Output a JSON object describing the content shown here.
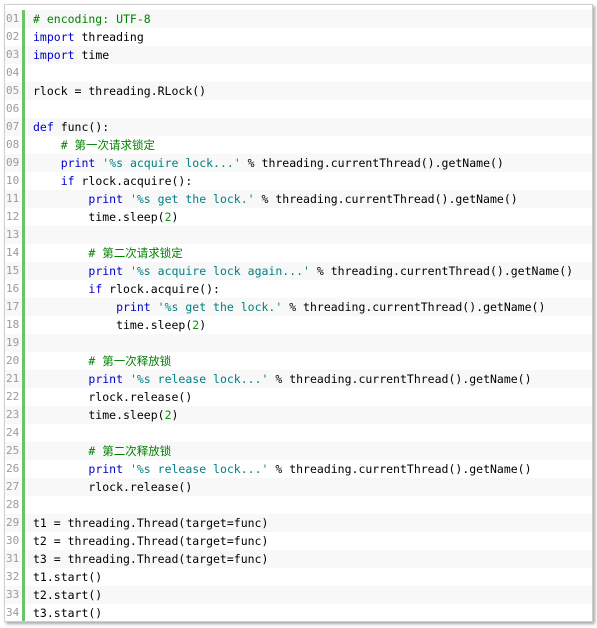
{
  "colors": {
    "keyword": "#0000cc",
    "string": "#008080",
    "comment": "#008200",
    "number": "#009900",
    "plain": "#000000",
    "gutter_text": "#9a9a9a",
    "gutter_bar": "#6ac46a",
    "stripe": "#f8f8f8"
  },
  "code_lines": [
    {
      "num": "01",
      "tokens": [
        {
          "t": "# encoding: UTF-8",
          "k": "com"
        }
      ]
    },
    {
      "num": "02",
      "tokens": [
        {
          "t": "import",
          "k": "kw"
        },
        {
          "t": " threading",
          "k": "plain"
        }
      ]
    },
    {
      "num": "03",
      "tokens": [
        {
          "t": "import",
          "k": "kw"
        },
        {
          "t": " time",
          "k": "plain"
        }
      ]
    },
    {
      "num": "04",
      "tokens": []
    },
    {
      "num": "05",
      "tokens": [
        {
          "t": "rlock = threading.RLock()",
          "k": "plain"
        }
      ]
    },
    {
      "num": "06",
      "tokens": []
    },
    {
      "num": "07",
      "tokens": [
        {
          "t": "def",
          "k": "kw"
        },
        {
          "t": " func():",
          "k": "plain"
        }
      ]
    },
    {
      "num": "08",
      "tokens": [
        {
          "t": "    # 第一次请求锁定",
          "k": "com"
        }
      ]
    },
    {
      "num": "09",
      "tokens": [
        {
          "t": "    ",
          "k": "plain"
        },
        {
          "t": "print",
          "k": "kw"
        },
        {
          "t": " ",
          "k": "plain"
        },
        {
          "t": "'%s acquire lock...'",
          "k": "str"
        },
        {
          "t": " % threading.currentThread().getName()",
          "k": "plain"
        }
      ]
    },
    {
      "num": "10",
      "tokens": [
        {
          "t": "    ",
          "k": "plain"
        },
        {
          "t": "if",
          "k": "kw"
        },
        {
          "t": " rlock.acquire():",
          "k": "plain"
        }
      ]
    },
    {
      "num": "11",
      "tokens": [
        {
          "t": "        ",
          "k": "plain"
        },
        {
          "t": "print",
          "k": "kw"
        },
        {
          "t": " ",
          "k": "plain"
        },
        {
          "t": "'%s get the lock.'",
          "k": "str"
        },
        {
          "t": " % threading.currentThread().getName()",
          "k": "plain"
        }
      ]
    },
    {
      "num": "12",
      "tokens": [
        {
          "t": "        time.sleep(",
          "k": "plain"
        },
        {
          "t": "2",
          "k": "num"
        },
        {
          "t": ")",
          "k": "plain"
        }
      ]
    },
    {
      "num": "13",
      "tokens": []
    },
    {
      "num": "14",
      "tokens": [
        {
          "t": "        # 第二次请求锁定",
          "k": "com"
        }
      ]
    },
    {
      "num": "15",
      "tokens": [
        {
          "t": "        ",
          "k": "plain"
        },
        {
          "t": "print",
          "k": "kw"
        },
        {
          "t": " ",
          "k": "plain"
        },
        {
          "t": "'%s acquire lock again...'",
          "k": "str"
        },
        {
          "t": " % threading.currentThread().getName()",
          "k": "plain"
        }
      ]
    },
    {
      "num": "16",
      "tokens": [
        {
          "t": "        ",
          "k": "plain"
        },
        {
          "t": "if",
          "k": "kw"
        },
        {
          "t": " rlock.acquire():",
          "k": "plain"
        }
      ]
    },
    {
      "num": "17",
      "tokens": [
        {
          "t": "            ",
          "k": "plain"
        },
        {
          "t": "print",
          "k": "kw"
        },
        {
          "t": " ",
          "k": "plain"
        },
        {
          "t": "'%s get the lock.'",
          "k": "str"
        },
        {
          "t": " % threading.currentThread().getName()",
          "k": "plain"
        }
      ]
    },
    {
      "num": "18",
      "tokens": [
        {
          "t": "            time.sleep(",
          "k": "plain"
        },
        {
          "t": "2",
          "k": "num"
        },
        {
          "t": ")",
          "k": "plain"
        }
      ]
    },
    {
      "num": "19",
      "tokens": []
    },
    {
      "num": "20",
      "tokens": [
        {
          "t": "        # 第一次释放锁",
          "k": "com"
        }
      ]
    },
    {
      "num": "21",
      "tokens": [
        {
          "t": "        ",
          "k": "plain"
        },
        {
          "t": "print",
          "k": "kw"
        },
        {
          "t": " ",
          "k": "plain"
        },
        {
          "t": "'%s release lock...'",
          "k": "str"
        },
        {
          "t": " % threading.currentThread().getName()",
          "k": "plain"
        }
      ]
    },
    {
      "num": "22",
      "tokens": [
        {
          "t": "        rlock.release()",
          "k": "plain"
        }
      ]
    },
    {
      "num": "23",
      "tokens": [
        {
          "t": "        time.sleep(",
          "k": "plain"
        },
        {
          "t": "2",
          "k": "num"
        },
        {
          "t": ")",
          "k": "plain"
        }
      ]
    },
    {
      "num": "24",
      "tokens": []
    },
    {
      "num": "25",
      "tokens": [
        {
          "t": "        # 第二次释放锁",
          "k": "com"
        }
      ]
    },
    {
      "num": "26",
      "tokens": [
        {
          "t": "        ",
          "k": "plain"
        },
        {
          "t": "print",
          "k": "kw"
        },
        {
          "t": " ",
          "k": "plain"
        },
        {
          "t": "'%s release lock...'",
          "k": "str"
        },
        {
          "t": " % threading.currentThread().getName()",
          "k": "plain"
        }
      ]
    },
    {
      "num": "27",
      "tokens": [
        {
          "t": "        rlock.release()",
          "k": "plain"
        }
      ]
    },
    {
      "num": "28",
      "tokens": []
    },
    {
      "num": "29",
      "tokens": [
        {
          "t": "t1 = threading.Thread(target=func)",
          "k": "plain"
        }
      ]
    },
    {
      "num": "30",
      "tokens": [
        {
          "t": "t2 = threading.Thread(target=func)",
          "k": "plain"
        }
      ]
    },
    {
      "num": "31",
      "tokens": [
        {
          "t": "t3 = threading.Thread(target=func)",
          "k": "plain"
        }
      ]
    },
    {
      "num": "32",
      "tokens": [
        {
          "t": "t1.start()",
          "k": "plain"
        }
      ]
    },
    {
      "num": "33",
      "tokens": [
        {
          "t": "t2.start()",
          "k": "plain"
        }
      ]
    },
    {
      "num": "34",
      "tokens": [
        {
          "t": "t3.start()",
          "k": "plain"
        }
      ]
    }
  ]
}
